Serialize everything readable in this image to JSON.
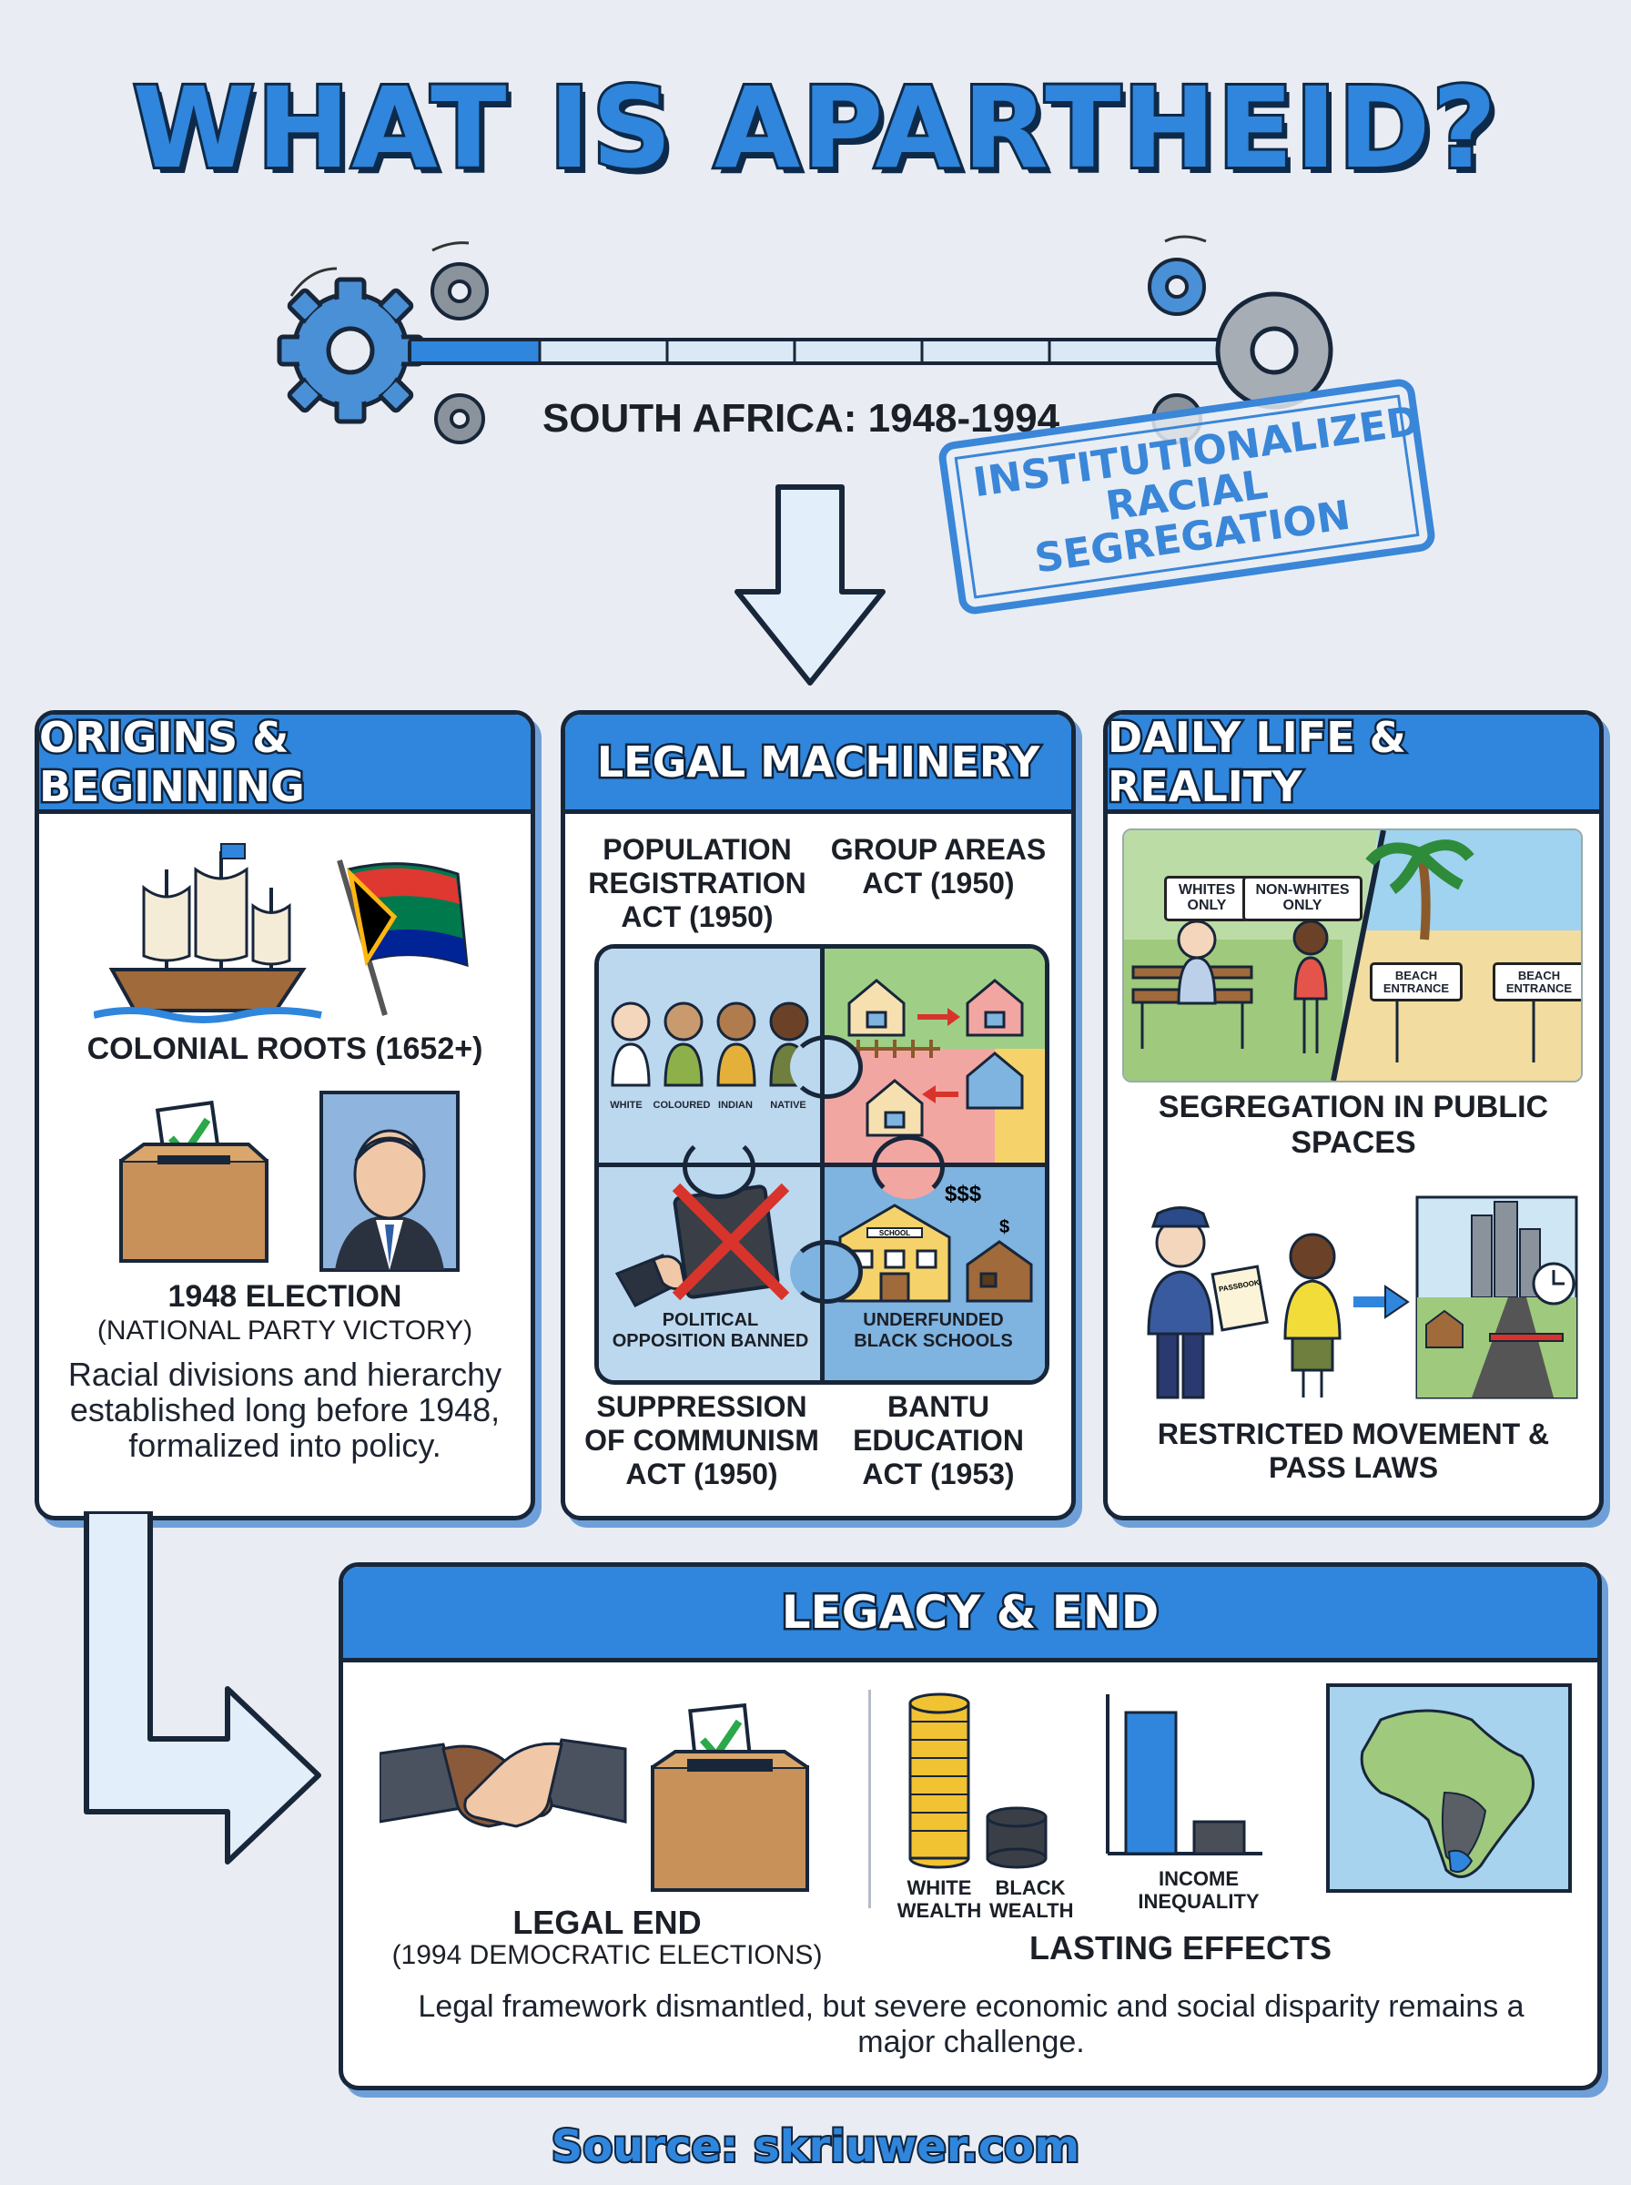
{
  "title": "WHAT IS APARTHEID?",
  "timeline": {
    "label": "SOUTH AFRICA: 1948-1994"
  },
  "stamp": {
    "text": "INSTITUTIONALIZED RACIAL SEGREGATION"
  },
  "origins": {
    "heading": "ORIGINS & BEGINNING",
    "colonial": "COLONIAL ROOTS (1652+)",
    "election_title": "1948 ELECTION",
    "election_sub": "(NATIONAL PARTY VICTORY)",
    "body": "Racial divisions and hierarchy established long before 1948, formalized into policy."
  },
  "legal": {
    "heading": "LEGAL MACHINERY",
    "pop_reg": "POPULATION REGISTRATION ACT (1950)",
    "group_areas": "GROUP AREAS ACT (1950)",
    "suppression": "SUPPRESSION OF COMMUNISM ACT (1950)",
    "bantu": "BANTU EDUCATION ACT (1953)",
    "race_labels": [
      "WHITE",
      "COLOURED",
      "INDIAN",
      "NATIVE"
    ],
    "opposition_banned": "POLITICAL OPPOSITION BANNED",
    "underfunded": "UNDERFUNDED BLACK SCHOOLS",
    "school_sign": "SCHOOL",
    "money_big": "$$$",
    "money_small": "$"
  },
  "daily": {
    "heading": "DAILY LIFE & REALITY",
    "sign_whites": "WHITES ONLY",
    "sign_nonwhites": "NON-WHITES ONLY",
    "beach1": "BEACH ENTRANCE",
    "beach2": "BEACH ENTRANCE",
    "segregation": "SEGREGATION IN PUBLIC SPACES",
    "passbook": "PASSBOOK",
    "movement": "RESTRICTED MOVEMENT & PASS LAWS"
  },
  "legacy": {
    "heading": "LEGACY & END",
    "legal_end": "LEGAL END",
    "legal_end_sub": "(1994 DEMOCRATIC ELECTIONS)",
    "white_wealth": "WHITE WEALTH",
    "black_wealth": "BLACK WEALTH",
    "income": "INCOME INEQUALITY",
    "lasting": "LASTING EFFECTS",
    "body": "Legal framework dismantled, but severe economic and social disparity remains a major challenge."
  },
  "source": "Source: skriuwer.com",
  "colors": {
    "accent": "#2f86dc",
    "outline": "#18263a",
    "shadow": "#6f9fd8",
    "background": "#e9edf3"
  }
}
